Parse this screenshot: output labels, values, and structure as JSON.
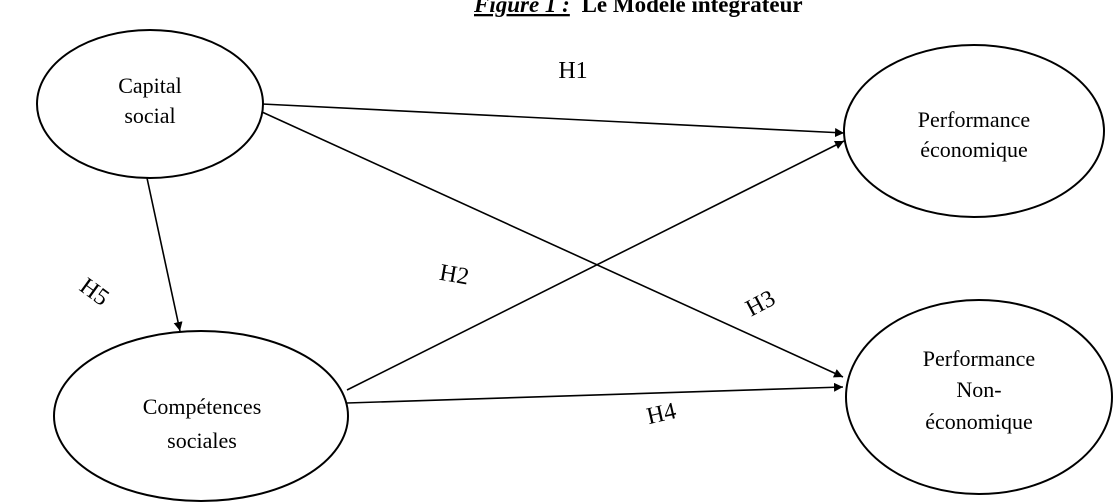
{
  "title": {
    "figure_label": "Figure 1 :",
    "text": "Le Modèle intégrateur"
  },
  "nodes": {
    "capital_social": {
      "line1": "Capital",
      "line2": "social"
    },
    "competences_sociales": {
      "line1": "Compétences",
      "line2": "sociales"
    },
    "performance_economique": {
      "line1": "Performance",
      "line2": "économique"
    },
    "performance_non_economique": {
      "line1": "Performance",
      "line2": "Non-",
      "line3": "économique"
    }
  },
  "edges": {
    "h1": "H1",
    "h2": "H2",
    "h3": "H3",
    "h4": "H4",
    "h5": "H5"
  }
}
